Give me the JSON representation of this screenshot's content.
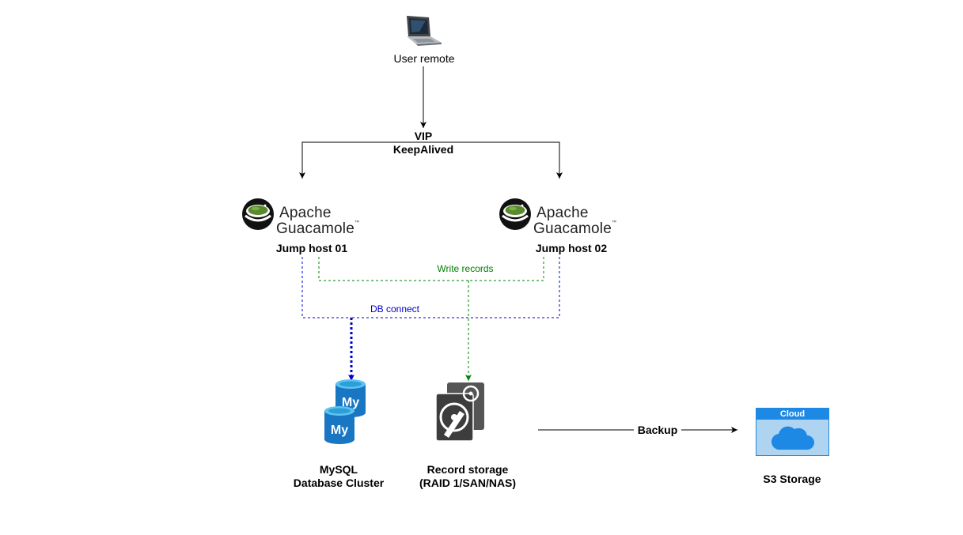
{
  "user": {
    "label": "User remote"
  },
  "vip": {
    "line1": "VIP",
    "line2": "KeepAlived"
  },
  "logo": {
    "word1": "Apache",
    "word2": "Guacamole",
    "tm": "™"
  },
  "hosts": [
    {
      "label": "Jump host 01"
    },
    {
      "label": "Jump host 02"
    }
  ],
  "edges": {
    "write_records": "Write records",
    "db_connect": "DB connect",
    "backup": "Backup"
  },
  "mysql": {
    "line1": "MySQL",
    "line2": "Database Cluster",
    "icon_text": "My"
  },
  "storage": {
    "line1": "Record storage",
    "line2": "(RAID 1/SAN/NAS)"
  },
  "cloud": {
    "header": "Cloud",
    "label": "S3 Storage"
  },
  "colors": {
    "green": "#008000",
    "blue": "#0000cc",
    "black": "#000000",
    "cloud_blue": "#1e88e5"
  }
}
